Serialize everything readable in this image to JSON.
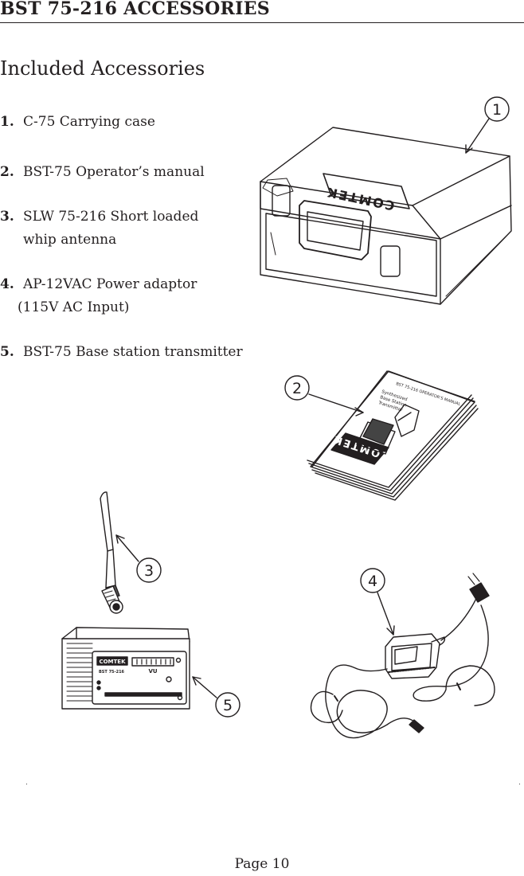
{
  "header": {
    "title": "BST 75-216 ACCESSORIES"
  },
  "section_title": "Included Accessories",
  "items": [
    {
      "number": "1.",
      "lines": [
        "C-75  Carrying case"
      ]
    },
    {
      "number": "2.",
      "lines": [
        "BST-75  Operator’s manual"
      ]
    },
    {
      "number": "3.",
      "lines": [
        "SLW 75-216 Short loaded",
        "whip antenna"
      ]
    },
    {
      "number": "4.",
      "lines": [
        "AP-12VAC  Power adaptor",
        "(115V AC Input)"
      ]
    },
    {
      "number": "5.",
      "lines": [
        "BST-75  Base station transmitter"
      ]
    }
  ],
  "callouts": [
    "1",
    "2",
    "3",
    "4",
    "5"
  ],
  "illustrations": {
    "case_logo": "COMTEK",
    "manual_cover_title": "BST 75-216 OPERATOR'S MANUAL",
    "manual_subtitle": [
      "Synthesized",
      "Base Station",
      "Transmitter"
    ],
    "manual_logo": "COMTEK",
    "transmitter_brand": "COMTEK",
    "transmitter_model": "BST 75-216",
    "transmitter_meter_label": "VU"
  },
  "footer": {
    "page_label": "Page 10"
  }
}
